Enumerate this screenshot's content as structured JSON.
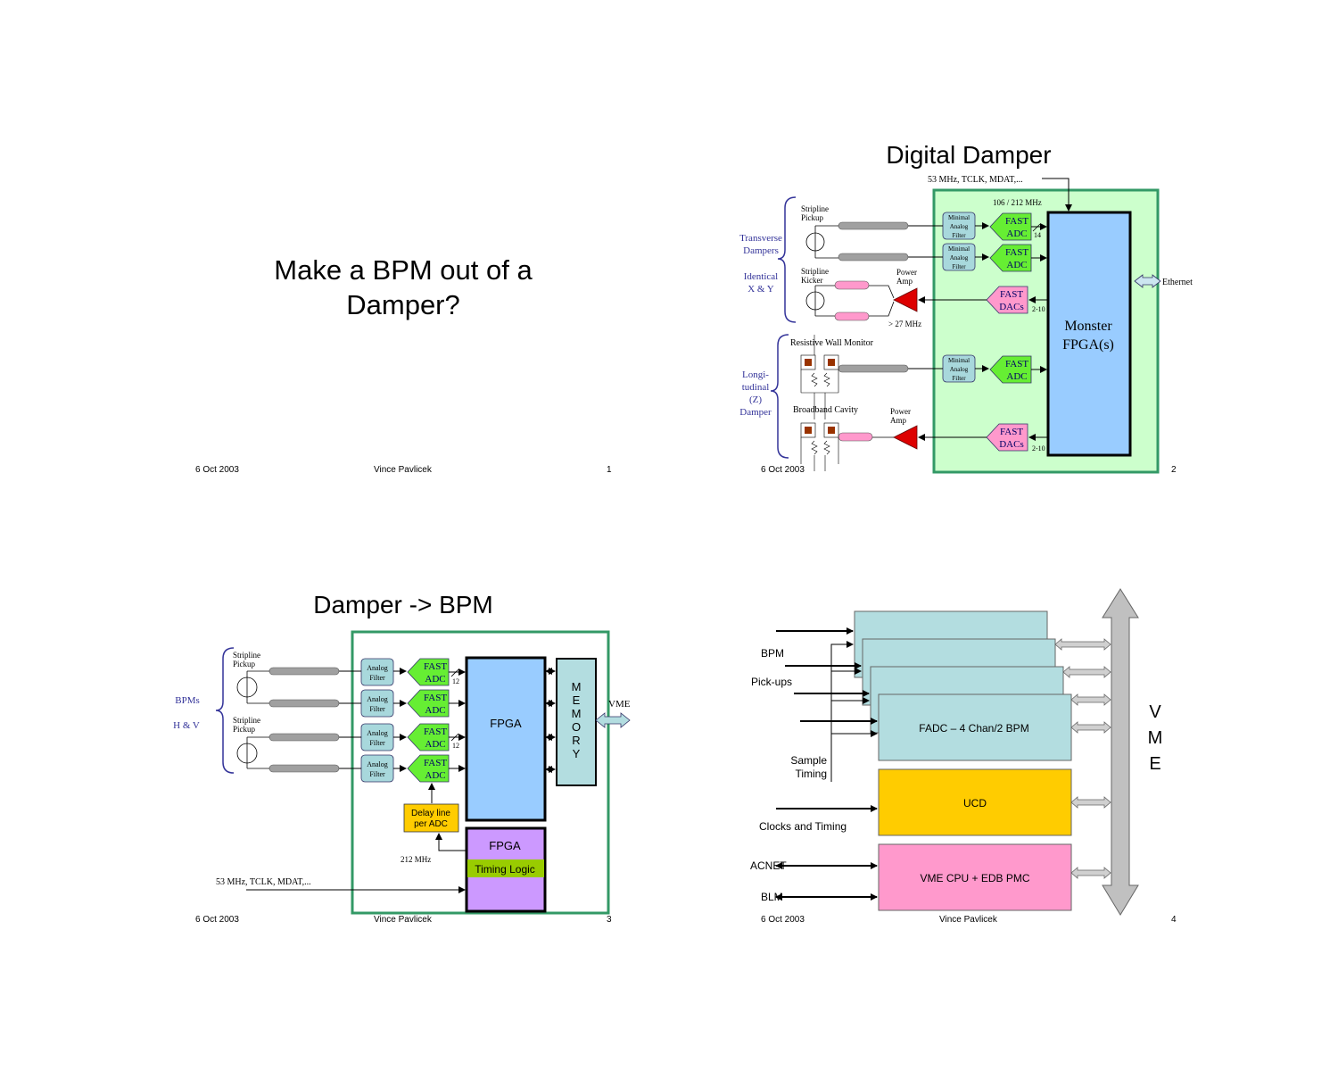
{
  "colors": {
    "green_panel": "#ccffcc",
    "green_border": "#339966",
    "blue_box": "#99ccff",
    "teal_box": "#b3dde0",
    "filter_box": "#a8d8dc",
    "adc_green": "#66ee33",
    "dac_pink": "#ff99cc",
    "amp_red": "#dd0000",
    "purple": "#cc99ff",
    "olive": "#99cc00",
    "orange": "#ffcc00",
    "pink": "#ff99cc",
    "brace_blue": "#333399",
    "cable_gray": "#a0a0a0",
    "monitor_brown": "#993300"
  },
  "slide1": {
    "title_line1": "Make a BPM out of a",
    "title_line2": "Damper?",
    "footer_date": "6 Oct 2003",
    "footer_author": "Vince Pavlicek",
    "page": "1"
  },
  "slide2": {
    "title": "Digital Damper",
    "clock_label": "53 MHz, TCLK, MDAT,...",
    "freq_label": "106 / 212 MHz",
    "stripline_pickup": [
      "Stripline",
      "Pickup"
    ],
    "stripline_kicker": [
      "Stripline",
      "Kicker"
    ],
    "power_amp": [
      "Power",
      "Amp"
    ],
    "power_amp2": [
      "Power",
      "Amp"
    ],
    "mhz27": "> 27 MHz",
    "transverse": [
      "Transverse",
      "Dampers"
    ],
    "identical": [
      "Identical",
      "X & Y"
    ],
    "longitudinal": [
      "Longi-",
      "tudinal",
      "(Z)",
      "Damper"
    ],
    "resistive_wall": "Resistive Wall Monitor",
    "broadband_cavity": "Broadband Cavity",
    "minimal_filter": [
      "Minimal",
      "Analog",
      "Filter"
    ],
    "fast_adc": [
      "FAST",
      "ADC"
    ],
    "fast_dacs": [
      "FAST",
      "DACs"
    ],
    "bits14": "14",
    "bits210a": "2-10",
    "bits210b": "2-10",
    "monster": [
      "Monster",
      "FPGA(s)"
    ],
    "ethernet": "Ethernet",
    "footer_date": "6 Oct 2003",
    "page": "2"
  },
  "slide3": {
    "title": "Damper -> BPM",
    "stripline_pickup": [
      "Stripline",
      "Pickup"
    ],
    "bpms": "BPMs",
    "hv": "H & V",
    "analog_filter": [
      "Analog",
      "Filter"
    ],
    "fast_adc": [
      "FAST",
      "ADC"
    ],
    "bits12a": "12",
    "bits12b": "12",
    "fpga": "FPGA",
    "memory": [
      "M",
      "E",
      "M",
      "O",
      "R",
      "Y"
    ],
    "vme": "VME",
    "delay_line": [
      "Delay line",
      "per ADC"
    ],
    "mhz212": "212 MHz",
    "fpga2": "FPGA",
    "timing_logic": "Timing Logic",
    "clock_label": "53 MHz, TCLK, MDAT,...",
    "footer_date": "6 Oct 2003",
    "footer_author": "Vince Pavlicek",
    "page": "3"
  },
  "slide4": {
    "bpm": "BPM",
    "pickups": "Pick-ups",
    "sample_timing": [
      "Sample",
      "Timing"
    ],
    "clocks_timing": "Clocks and Timing",
    "acnet": "ACNET",
    "blm": "BLM",
    "fadc": "FADC – 4 Chan/2 BPM",
    "ucd": "UCD",
    "vme_cpu": "VME CPU + EDB PMC",
    "vme_letters": [
      "V",
      "M",
      "E"
    ],
    "footer_date": "6 Oct 2003",
    "footer_author": "Vince Pavlicek",
    "page": "4"
  }
}
